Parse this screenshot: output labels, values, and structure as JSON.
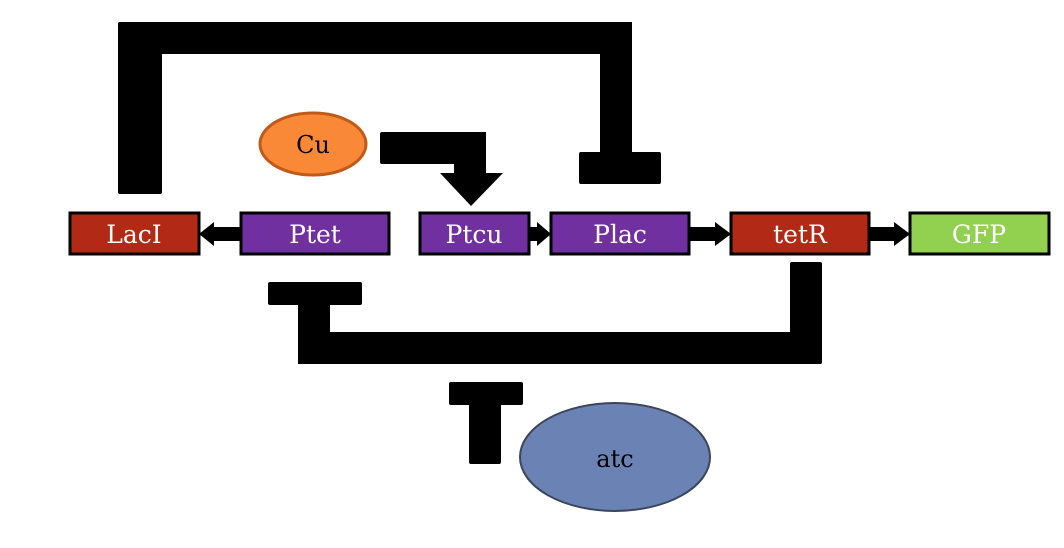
{
  "diagram": {
    "colors": {
      "gene": "#b22a16",
      "promoter": "#7030a0",
      "reporter": "#92d050",
      "copper": "#f98837",
      "copper_border": "#c05a18",
      "atc": "#6b82b4",
      "atc_border": "#3c4658",
      "edge": "#000000"
    },
    "parts": [
      {
        "id": "laci",
        "label": "LacI",
        "kind": "gene"
      },
      {
        "id": "ptet",
        "label": "Ptet",
        "kind": "promoter"
      },
      {
        "id": "ptcu",
        "label": "Ptcu",
        "kind": "promoter"
      },
      {
        "id": "plac",
        "label": "Plac",
        "kind": "promoter"
      },
      {
        "id": "tetr",
        "label": "tetR",
        "kind": "gene"
      },
      {
        "id": "gfp",
        "label": "GFP",
        "kind": "reporter"
      }
    ],
    "inducers": [
      {
        "id": "cu",
        "label": "Cu"
      },
      {
        "id": "atc",
        "label": "atc"
      }
    ],
    "edges": [
      {
        "from": "ptet",
        "to": "laci",
        "type": "transcription"
      },
      {
        "from": "ptcu",
        "to": "plac",
        "type": "transcription"
      },
      {
        "from": "plac",
        "to": "tetr",
        "type": "transcription"
      },
      {
        "from": "tetr",
        "to": "gfp",
        "type": "transcription"
      },
      {
        "from": "cu",
        "to": "ptcu",
        "type": "activation"
      },
      {
        "from": "laci",
        "to": "plac",
        "type": "repression"
      },
      {
        "from": "tetr",
        "to": "ptet",
        "type": "repression"
      },
      {
        "from": "atc",
        "to": "tetr-ptet-repression",
        "type": "repression"
      }
    ]
  }
}
